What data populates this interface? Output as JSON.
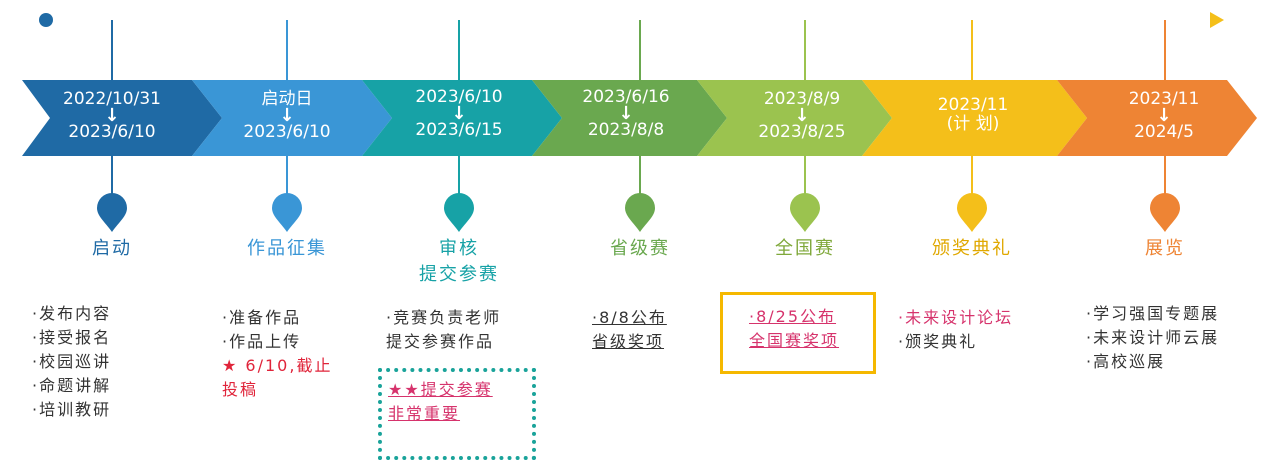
{
  "colors": {
    "stage1": "#1f6aa5",
    "stage2": "#3a96d6",
    "stage3": "#17a2a6",
    "stage4": "#6aa84f",
    "stage5": "#9bc34f",
    "stage6": "#f4bf1a",
    "stage7": "#ee8434",
    "pink": "#d6336c",
    "red": "#e0243a",
    "dotted_box": "#1aa39a",
    "solid_box": "#f5b800"
  },
  "stages": [
    {
      "date_top": "2022/10/31",
      "date_bottom": "2023/6/10",
      "title": [
        "启动"
      ],
      "items": [
        "·发布内容",
        "·接受报名",
        "·校园巡讲",
        "·命题讲解",
        "·培训教研"
      ]
    },
    {
      "date_top": "启动日",
      "date_bottom": "2023/6/10",
      "title": [
        "作品征集"
      ],
      "items": [
        "·准备作品",
        "·作品上传",
        "★ 6/10,截止",
        "投稿"
      ]
    },
    {
      "date_top": "2023/6/10",
      "date_bottom": "2023/6/15",
      "title": [
        "审核",
        "提交参赛"
      ],
      "items": [
        "·竞赛负责老师",
        "提交参赛作品"
      ],
      "callout": [
        "★★提交参赛",
        "非常重要"
      ]
    },
    {
      "date_top": "2023/6/16",
      "date_bottom": "2023/8/8",
      "title": [
        "省级赛"
      ],
      "items": [
        "·8/8公布",
        "省级奖项"
      ]
    },
    {
      "date_top": "2023/8/9",
      "date_bottom": "2023/8/25",
      "title": [
        "全国赛"
      ],
      "callout": [
        "·8/25公布",
        "全国赛奖项"
      ]
    },
    {
      "date_top": "2023/11",
      "date_bottom": "(计 划)",
      "title": [
        "颁奖典礼"
      ],
      "items": [
        "·未来设计论坛",
        "·颁奖典礼"
      ]
    },
    {
      "date_top": "2023/11",
      "date_bottom": "2024/5",
      "title": [
        "展览"
      ],
      "items": [
        "·学习强国专题展",
        "·未来设计师云展",
        "·高校巡展"
      ]
    }
  ]
}
